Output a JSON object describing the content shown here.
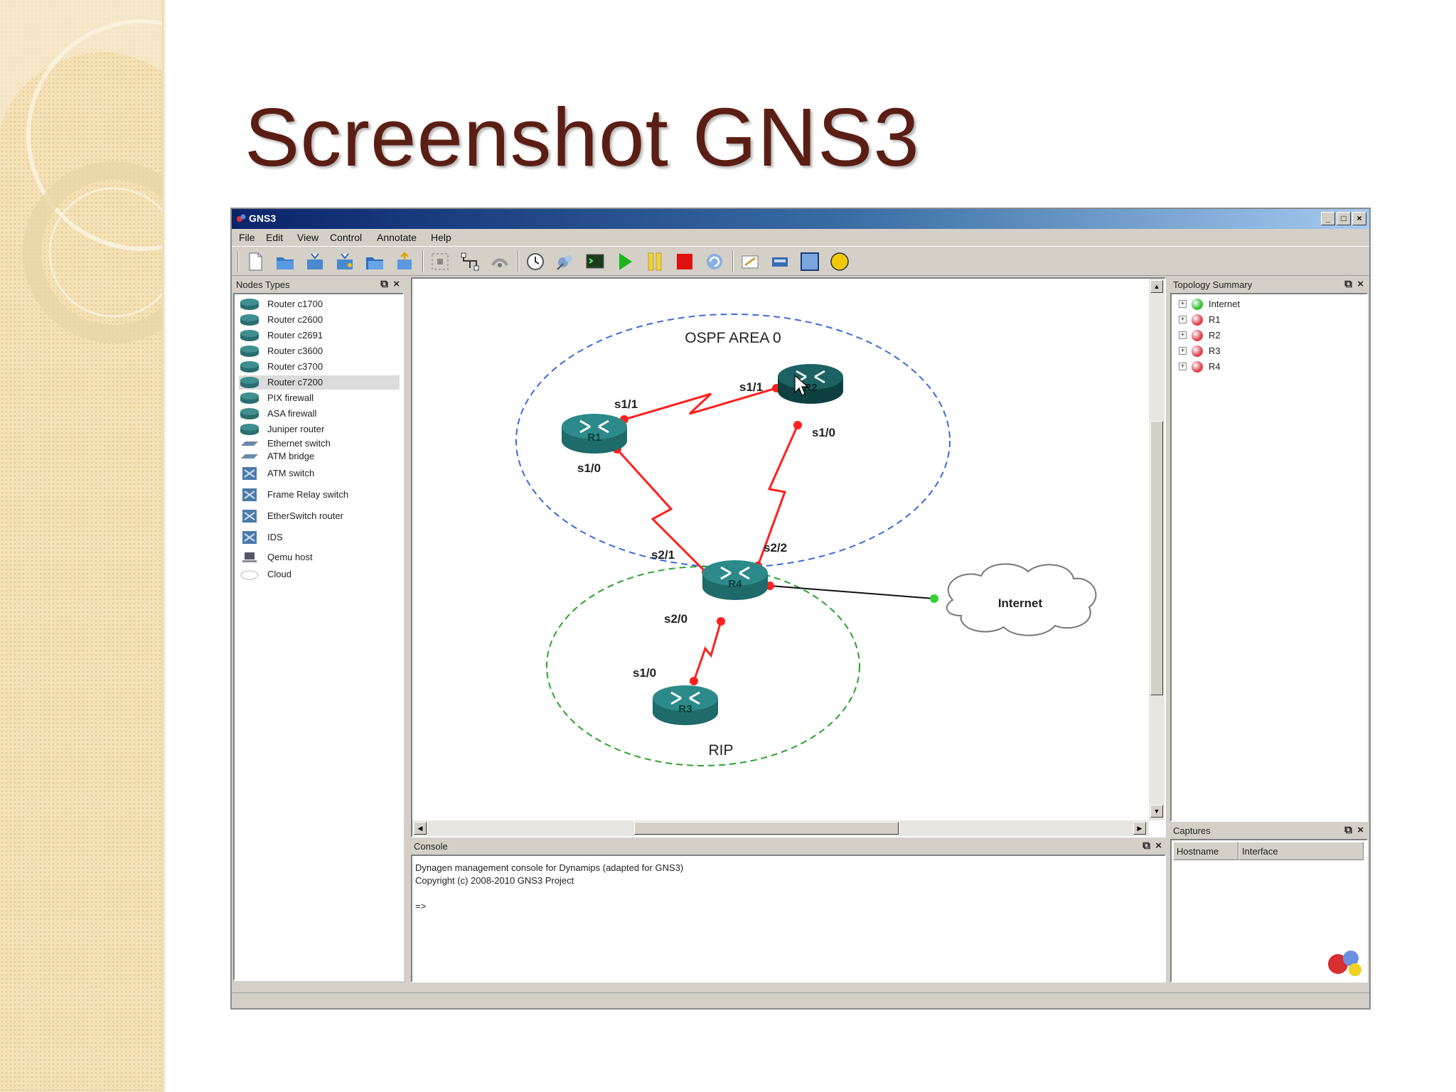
{
  "slide": {
    "title": "Screenshot GNS3"
  },
  "window": {
    "title": "GNS3",
    "controls": {
      "minimize": "_",
      "maximize": "□",
      "close": "×"
    }
  },
  "menu": [
    "File",
    "Edit",
    "View",
    "Control",
    "Annotate",
    "Help"
  ],
  "toolbar_icons": [
    "new-file-icon",
    "open-folder-icon",
    "save-icon",
    "save-as-icon",
    "open-project-icon",
    "export-icon",
    "snapshot-icon",
    "link-icon",
    "capture-icon",
    "clock-icon",
    "idle-pc-icon",
    "console-icon",
    "start-icon",
    "pause-icon",
    "stop-icon",
    "reload-icon",
    "note-icon",
    "picture-icon",
    "rectangle-icon",
    "ellipse-icon"
  ],
  "nodes_panel": {
    "title": "Nodes Types",
    "items": [
      {
        "label": "Router c1700",
        "icon": "router-icon"
      },
      {
        "label": "Router c2600",
        "icon": "router-icon"
      },
      {
        "label": "Router c2691",
        "icon": "router-icon"
      },
      {
        "label": "Router c3600",
        "icon": "router-icon"
      },
      {
        "label": "Router c3700",
        "icon": "router-icon"
      },
      {
        "label": "Router c7200",
        "icon": "router-icon",
        "selected": true
      },
      {
        "label": "PIX firewall",
        "icon": "firewall-icon"
      },
      {
        "label": "ASA firewall",
        "icon": "firewall-icon"
      },
      {
        "label": "Juniper router",
        "icon": "router-icon"
      },
      {
        "label": "Ethernet switch",
        "icon": "switch-icon"
      },
      {
        "label": "ATM bridge",
        "icon": "bridge-icon"
      },
      {
        "label": "ATM switch",
        "icon": "atm-switch-icon"
      },
      {
        "label": "Frame Relay switch",
        "icon": "frame-relay-icon"
      },
      {
        "label": "EtherSwitch router",
        "icon": "etherswitch-icon"
      },
      {
        "label": "IDS",
        "icon": "ids-icon"
      },
      {
        "label": "Qemu host",
        "icon": "host-icon"
      },
      {
        "label": "Cloud",
        "icon": "cloud-icon"
      }
    ]
  },
  "topology": {
    "areas": {
      "ospf": "OSPF AREA 0",
      "rip": "RIP"
    },
    "routers": {
      "r1": "R1",
      "r2": "R2",
      "r3": "R3",
      "r4": "R4"
    },
    "cloud": "Internet",
    "interfaces": {
      "r1_s11": "s1/1",
      "r2_s11": "s1/1",
      "r2_s10": "s1/0",
      "r1_s10": "s1/0",
      "r4_s21": "s2/1",
      "r4_s22": "s2/2",
      "r4_s20": "s2/0",
      "r3_s10": "s1/0"
    },
    "colors": {
      "serial_link": "#ff2020",
      "ospf_area": "#3a6ad8",
      "rip_area": "#2aa22a",
      "router": "#2d8a8a"
    }
  },
  "topology_summary": {
    "title": "Topology Summary",
    "items": [
      {
        "label": "Internet",
        "status": "green"
      },
      {
        "label": "R1",
        "status": "red"
      },
      {
        "label": "R2",
        "status": "red"
      },
      {
        "label": "R3",
        "status": "red"
      },
      {
        "label": "R4",
        "status": "red"
      }
    ]
  },
  "console": {
    "title": "Console",
    "lines": [
      "Dynagen management console for Dynamips (adapted for GNS3)",
      "Copyright (c) 2008-2010 GNS3 Project",
      "",
      "=>"
    ]
  },
  "captures": {
    "title": "Captures",
    "columns": [
      "Hostname",
      "Interface"
    ]
  },
  "dock_controls": {
    "float": "⧉",
    "close": "×"
  }
}
